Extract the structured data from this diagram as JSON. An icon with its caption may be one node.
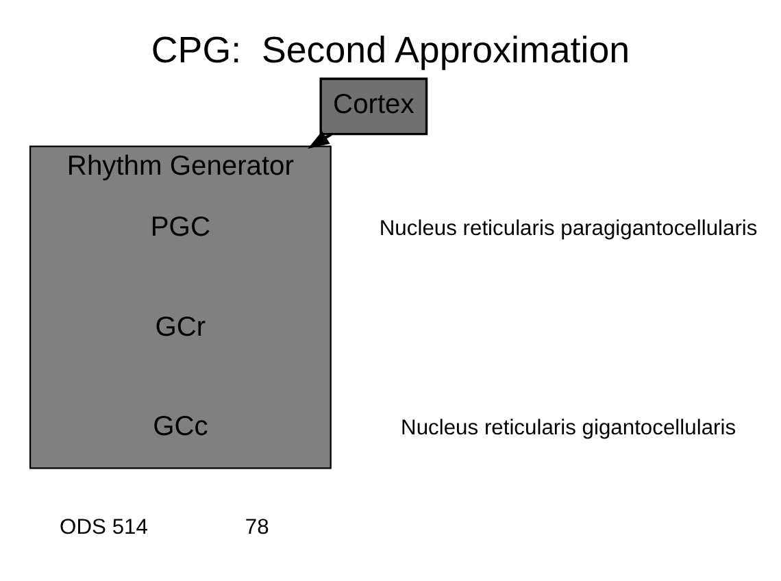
{
  "diagram": {
    "title": "CPG:  Second Approximation",
    "nodes": [
      {
        "text": [
          "Cortex"
        ]
      },
      {
        "text": [
          "Rhythm Generator"
        ]
      },
      {
        "text": [
          "PGC"
        ],
        "in": 1
      },
      {
        "text": [
          "GCr"
        ],
        "in": 1
      },
      {
        "text": [
          "GCc"
        ],
        "in": 1
      }
    ],
    "edges": [
      {
        "from": 0,
        "to": 1,
        "arrow": "to"
      }
    ],
    "labels": [
      "Nucleus reticularis paragigantocellularis",
      "Nucleus reticularis gigantocellularis",
      "ODS 514",
      "78"
    ]
  }
}
